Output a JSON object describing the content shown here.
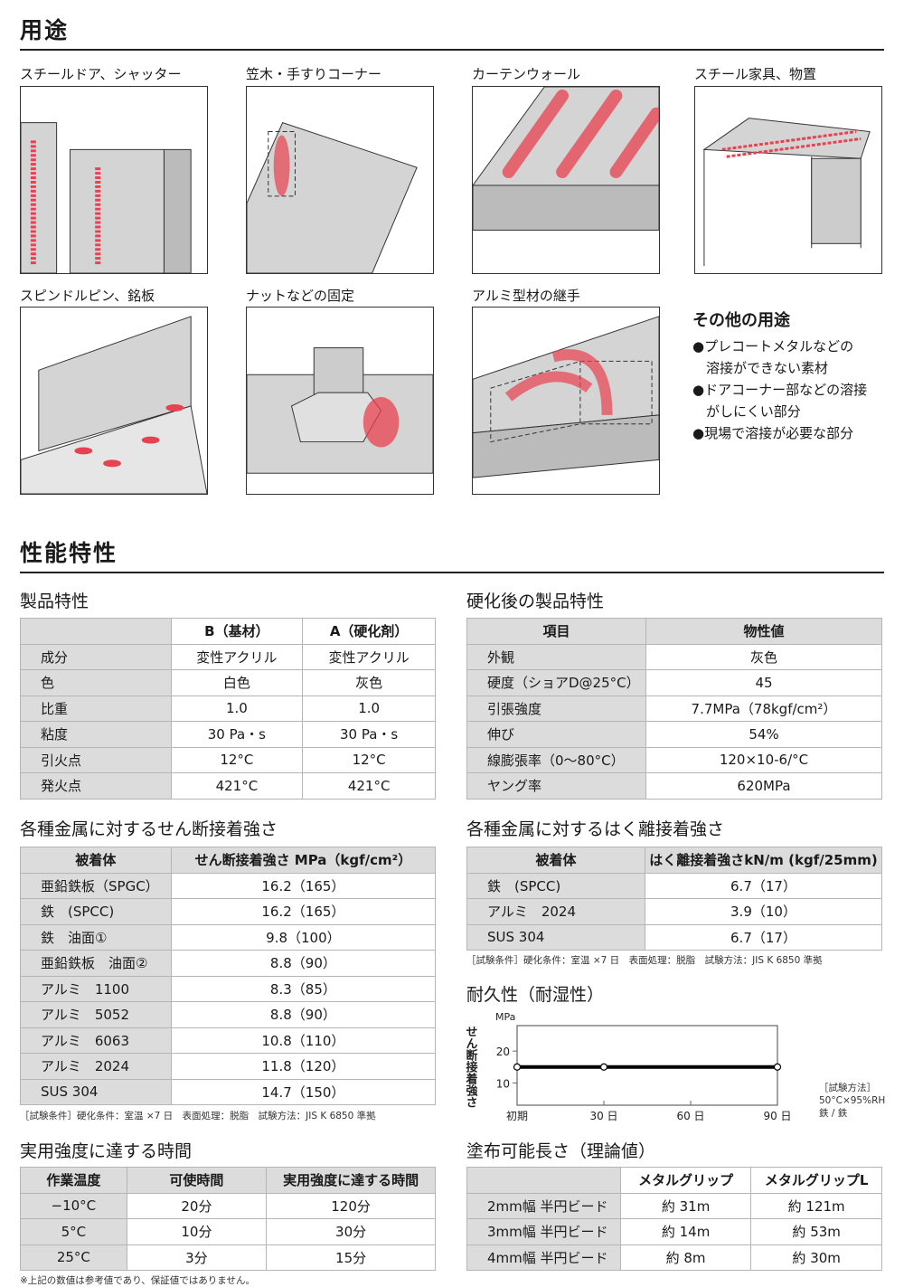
{
  "uses": {
    "title": "用途",
    "items": [
      "スチールドア、シャッター",
      "笠木・手すりコーナー",
      "カーテンウォール",
      "スチール家具、物置",
      "スピンドルピン、銘板",
      "ナットなどの固定",
      "アルミ型材の継手"
    ],
    "other_title": "その他の用途",
    "other_items": [
      "●プレコートメタルなどの",
      "　溶接ができない素材",
      "●ドアコーナー部などの溶接",
      "　がしにくい部分",
      "●現場で溶接が必要な部分"
    ]
  },
  "perf": {
    "title": "性能特性"
  },
  "product": {
    "title": "製品特性",
    "headers": [
      "",
      "B（基材）",
      "A（硬化剤）"
    ],
    "rows": [
      [
        "成分",
        "変性アクリル",
        "変性アクリル"
      ],
      [
        "色",
        "白色",
        "灰色"
      ],
      [
        "比重",
        "1.0",
        "1.0"
      ],
      [
        "粘度",
        "30 Pa・s",
        "30 Pa・s"
      ],
      [
        "引火点",
        "12°C",
        "12°C"
      ],
      [
        "発火点",
        "421°C",
        "421°C"
      ]
    ]
  },
  "cured": {
    "title": "硬化後の製品特性",
    "headers": [
      "項目",
      "物性値"
    ],
    "rows": [
      [
        "外観",
        "灰色"
      ],
      [
        "硬度（ショアD@25°C）",
        "45"
      ],
      [
        "引張強度",
        "7.7MPa（78kgf/cm²）"
      ],
      [
        "伸び",
        "54%"
      ],
      [
        "線膨張率（0〜80°C）",
        "120×10-6/°C"
      ],
      [
        "ヤング率",
        "620MPa"
      ]
    ]
  },
  "shear": {
    "title": "各種金属に対するせん断接着強さ",
    "headers": [
      "被着体",
      "せん断接着強さ MPa（kgf/cm²）"
    ],
    "rows": [
      [
        "亜鉛鉄板（SPGC）",
        "16.2（165）"
      ],
      [
        "鉄　(SPCC)",
        "16.2（165）"
      ],
      [
        "鉄　油面①",
        "9.8（100）"
      ],
      [
        "亜鉛鉄板　油面②",
        "8.8（90）"
      ],
      [
        "アルミ　1100",
        "8.3（85）"
      ],
      [
        "アルミ　5052",
        "8.8（90）"
      ],
      [
        "アルミ　6063",
        "10.8（110）"
      ],
      [
        "アルミ　2024",
        "11.8（120）"
      ],
      [
        "SUS 304",
        "14.7（150）"
      ]
    ],
    "note": "［試験条件］硬化条件：室温 ×7 日　表面処理：脱脂　試験方法：JIS K 6850 準拠"
  },
  "peel": {
    "title": "各種金属に対するはく離接着強さ",
    "headers": [
      "被着体",
      "はく離接着強さkN/m (kgf/25mm)"
    ],
    "rows": [
      [
        "鉄　(SPCC)",
        "6.7（17）"
      ],
      [
        "アルミ　2024",
        "3.9（10）"
      ],
      [
        "SUS 304",
        "6.7（17）"
      ]
    ],
    "note": "［試験条件］硬化条件：室温 ×7 日　表面処理：脱脂　試験方法：JIS K 6850 準拠"
  },
  "durability": {
    "title": "耐久性（耐湿性）",
    "method": [
      "［試験方法］",
      "50°C×95%RH",
      "鉄 / 鉄"
    ]
  },
  "chart_data": {
    "type": "line",
    "title": "耐久性（耐湿性）",
    "xlabel": "",
    "ylabel": "せん断接着強さ",
    "yunit": "MPa",
    "categories": [
      "初期",
      "30 日",
      "60 日",
      "90 日"
    ],
    "x": [
      0,
      30,
      90
    ],
    "values": [
      15,
      15,
      15
    ],
    "xlim": [
      0,
      90
    ],
    "ylim": [
      3,
      28
    ],
    "yticks": [
      10,
      20
    ]
  },
  "time": {
    "title": "実用強度に達する時間",
    "headers": [
      "作業温度",
      "可使時間",
      "実用強度に達する時間"
    ],
    "rows": [
      [
        "−10°C",
        "20分",
        "120分"
      ],
      [
        "5°C",
        "10分",
        "30分"
      ],
      [
        "25°C",
        "3分",
        "15分"
      ]
    ],
    "footnote": "※上記の数値は参考値であり、保証値ではありません。"
  },
  "coverage": {
    "title": "塗布可能長さ（理論値）",
    "headers": [
      "",
      "メタルグリップ",
      "メタルグリップL"
    ],
    "rows": [
      [
        "2mm幅 半円ビード",
        "約 31m",
        "約 121m"
      ],
      [
        "3mm幅 半円ビード",
        "約 14m",
        "約 53m"
      ],
      [
        "4mm幅 半円ビード",
        "約  8m",
        "約 30m"
      ]
    ]
  },
  "colors": {
    "accent": "#e8414f",
    "header_bg": "#dcdcdc"
  }
}
